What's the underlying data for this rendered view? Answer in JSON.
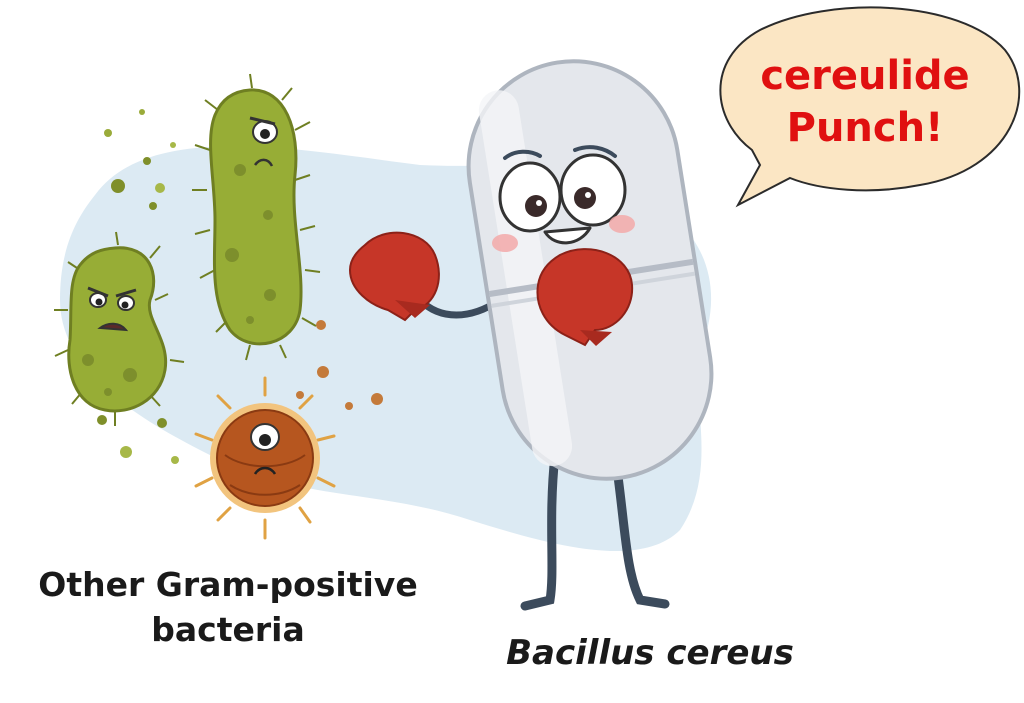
{
  "bubble": {
    "line1": "cereulide",
    "line2": "Punch!"
  },
  "captions": {
    "other_bacteria_line1": "Other Gram-positive",
    "other_bacteria_line2": "bacteria",
    "bacillus": "Bacillus cereus"
  },
  "colors": {
    "bubble_fill": "#fbe6c4",
    "bubble_text": "#e01010",
    "background_blob": "#dceaf3",
    "pill_body": "#e4e7ec",
    "glove": "#c63628",
    "green_bacteria": "#97ad36",
    "orange_coccus": "#b6561f"
  }
}
